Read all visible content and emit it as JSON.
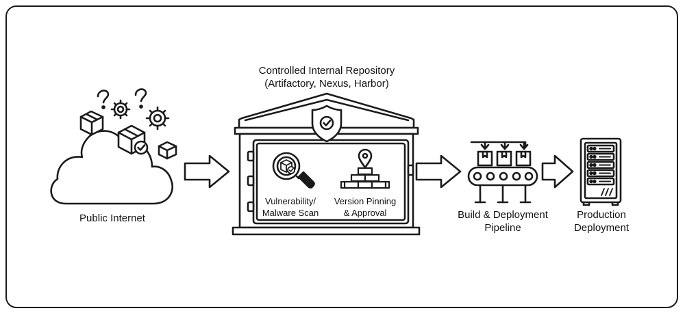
{
  "repository": {
    "title_line1": "Controlled Internal Repository",
    "title_line2": "(Artifactory, Nexus, Harbor)"
  },
  "nodes": {
    "public_internet": "Public Internet",
    "scan_line1": "Vulnerability/",
    "scan_line2": "Malware Scan",
    "pinning_line1": "Version Pinning",
    "pinning_line2": "& Approval",
    "pipeline_line1": "Build & Deployment",
    "pipeline_line2": "Pipeline",
    "production_line1": "Production",
    "production_line2": "Deployment"
  },
  "icons": [
    "question-icon",
    "gear-icon",
    "package-icon",
    "checkmark-icon",
    "cloud-icon",
    "shield-icon",
    "magnifier-icon",
    "location-pin-icon",
    "brick-stack-icon",
    "conveyor-icon",
    "server-rack-icon",
    "arrow-right-icon"
  ],
  "colors": {
    "stroke": "#1a1a1a",
    "background": "#ffffff"
  }
}
